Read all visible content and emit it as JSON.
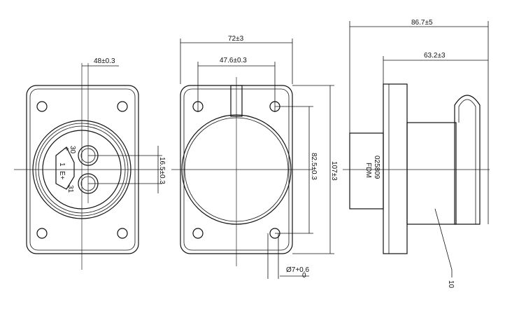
{
  "dimensions": {
    "pin_spacing_h": "48±0.3",
    "pin_spacing_v": "16.5±0.3",
    "width": "72±3",
    "hole_spacing_h": "47.6±0.3",
    "hole_spacing_v": "82.5±0.3",
    "height": "107±3",
    "hole_diameter": "Ø7+0.6",
    "hole_diameter_lower": "0",
    "depth_total": "86.7±5",
    "depth_front": "63.2±3"
  },
  "pin_labels": {
    "pin_30": "30",
    "pin_31": "31",
    "key_1": "1",
    "key_e": "E+",
    "plus": "+"
  },
  "side_labels": {
    "part_code": "025809",
    "maker": "FDM"
  },
  "callout": "10"
}
